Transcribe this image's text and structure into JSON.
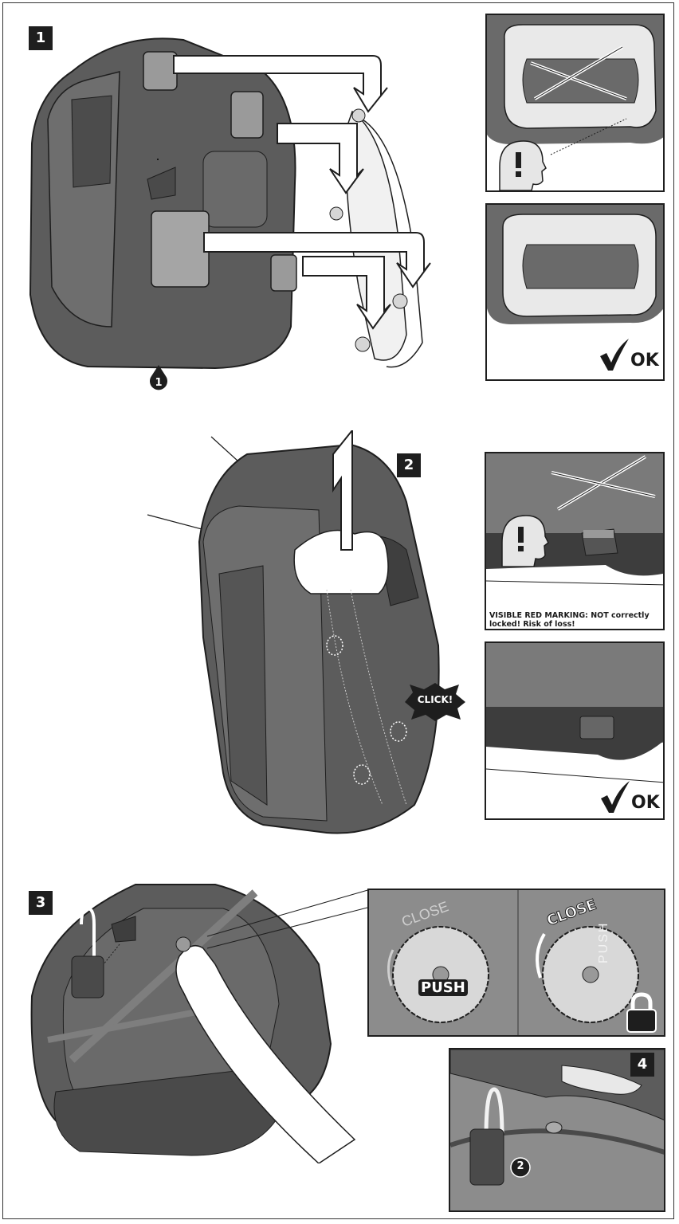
{
  "steps": {
    "step1": "1",
    "step2": "2",
    "step3": "3",
    "step4": "4"
  },
  "callouts": {
    "callout1": "1",
    "callout2": "2"
  },
  "ok_label": "OK",
  "click_label": "CLICK!",
  "warning_text": "VISIBLE RED MARKING: NOT correctly locked! Risk of loss!",
  "lock_panel": {
    "close_left": "CLOSE",
    "push_left": "PUSH",
    "close_right": "CLOSE",
    "push_right": "PUSH"
  },
  "icons": [
    "warning-head-icon",
    "checkmark-icon",
    "padlock-icon",
    "arrow-icon"
  ],
  "colors": {
    "case_dark": "#5a5a5a",
    "case_mid": "#7a7a7a",
    "panel_bg": "#8c8c8c",
    "line": "#1e1e1e"
  }
}
